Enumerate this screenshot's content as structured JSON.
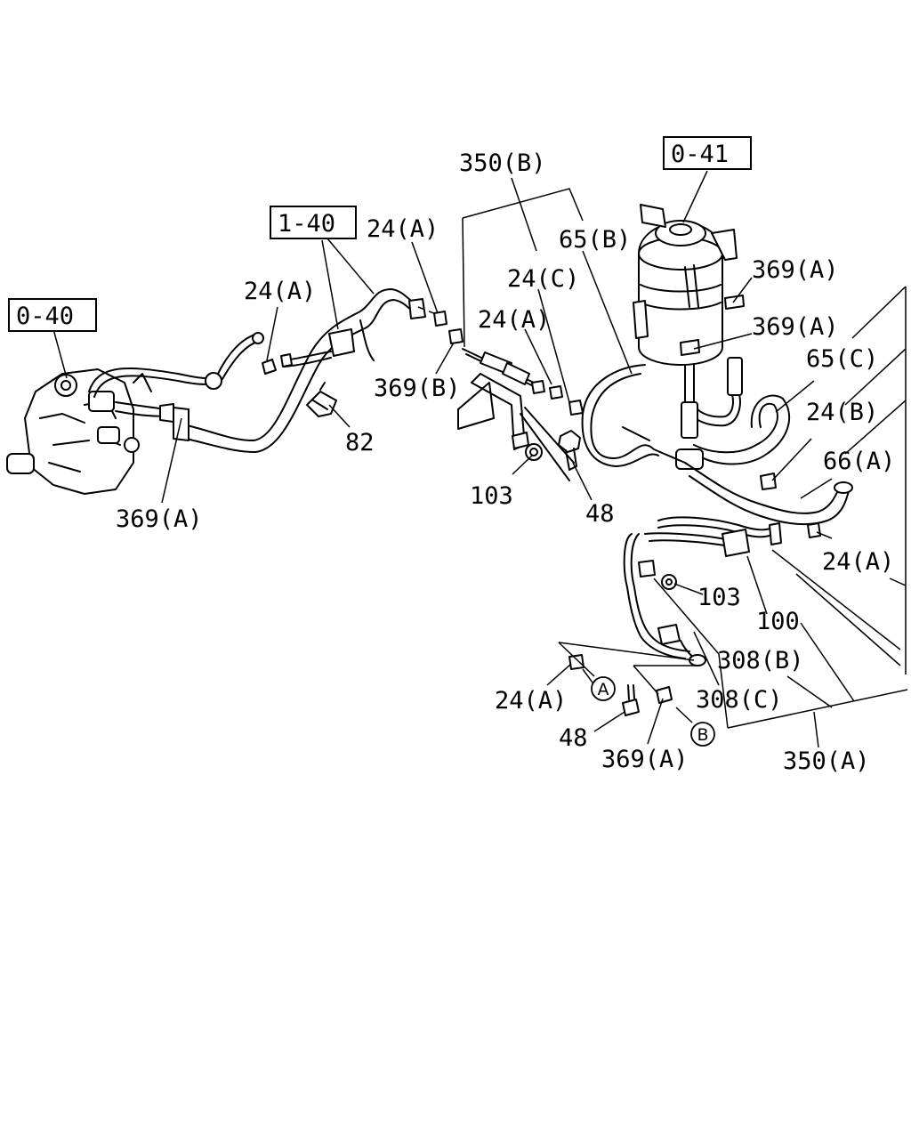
{
  "refs": {
    "r0_40": "0-40",
    "r1_40": "1-40",
    "r0_41": "0-41"
  },
  "labels": {
    "l350b": "350(B)",
    "l24a_1": "24(A)",
    "l24a_2": "24(A)",
    "l24c": "24(C)",
    "l65b": "65(B)",
    "l369a_1": "369(A)",
    "l369a_2": "369(A)",
    "l24a_3": "24(A)",
    "l369b": "369(B)",
    "l65c": "65(C)",
    "l24b": "24(B)",
    "l82": "82",
    "l66a": "66(A)",
    "l103_1": "103",
    "l48_1": "48",
    "l369a_3": "369(A)",
    "l24a_4": "24(A)",
    "l103_2": "103",
    "l100": "100",
    "l308b": "308(B)",
    "l308c": "308(C)",
    "l24a_5": "24(A)",
    "l48_2": "48",
    "l369a_4": "369(A)",
    "l350a": "350(A)"
  },
  "markers": {
    "a": "A",
    "b": "B"
  }
}
